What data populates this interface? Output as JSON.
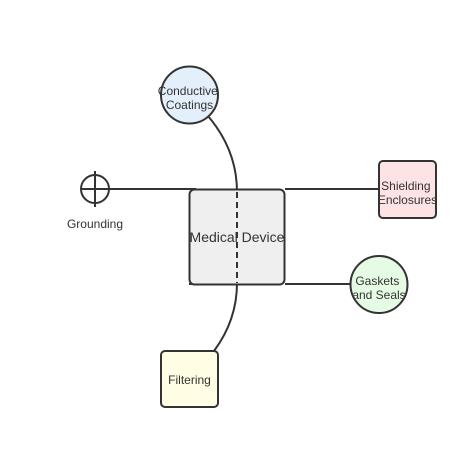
{
  "nodes": {
    "medical_device": {
      "label": "Medical Device",
      "fill": "#efefef",
      "stroke": "#333333"
    },
    "conductive_coatings": {
      "lines": [
        "Conductive",
        "Coatings"
      ],
      "fill": "#e3f0fc",
      "stroke": "#333333"
    },
    "shielding_enclosures": {
      "lines": [
        "Shielding",
        "Enclosures"
      ],
      "fill": "#fde3e3",
      "stroke": "#333333"
    },
    "gaskets_and_seals": {
      "lines": [
        "Gaskets",
        "and Seals"
      ],
      "fill": "#e6fbe3",
      "stroke": "#333333"
    },
    "filtering": {
      "label": "Filtering",
      "fill": "#fffde3",
      "stroke": "#333333"
    },
    "grounding": {
      "label": "Grounding",
      "symbol": "ground-symbol"
    }
  },
  "edge_color": "#333333"
}
